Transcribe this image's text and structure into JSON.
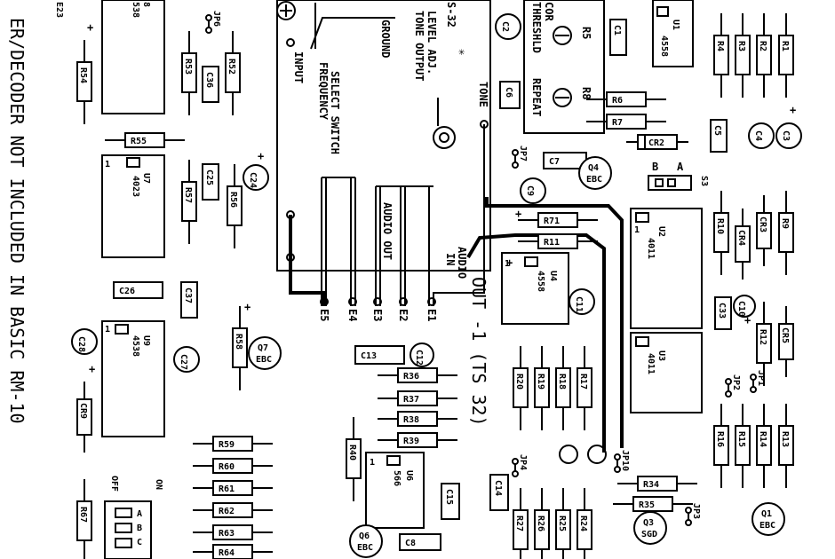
{
  "notice": {
    "left_text": "ER/DECODER NOT INCLUDED IN BASIC RM-10"
  },
  "module": {
    "labels": [
      "GROUND",
      "TONE OUTPUT",
      "LEVEL ADJ.",
      "TONE",
      "FREQUENCY",
      "SELECT SWITCH",
      "INPUT",
      "AUDIO OUT",
      "AUDIO",
      "IN"
    ],
    "part_ref": "S-32",
    "star": "✳",
    "edge_pins": [
      "E5",
      "E4",
      "E3",
      "E2",
      "E1"
    ],
    "out_note": "OUT -1 (TS 32)"
  },
  "ics": [
    {
      "ref": "U1",
      "part": "4558"
    },
    {
      "ref": "U2",
      "part": "4011"
    },
    {
      "ref": "U3",
      "part": "4011"
    },
    {
      "ref": "U4",
      "part": "4558"
    },
    {
      "ref": "U6",
      "part": "566"
    },
    {
      "ref": "U7",
      "part": "4023"
    },
    {
      "ref": "U9",
      "part": "4538"
    },
    {
      "ref": "8",
      "part": "538"
    }
  ],
  "ic_pin1": "1",
  "pots": [
    {
      "ref": "R5",
      "label": "THRESHLD",
      "sub": "COR"
    },
    {
      "ref": "R8",
      "label": "REPEAT"
    }
  ],
  "resistors": [
    "R1",
    "R2",
    "R3",
    "R4",
    "R6",
    "R7",
    "R9",
    "R10",
    "R11",
    "R12",
    "R13",
    "R14",
    "R15",
    "R16",
    "R17",
    "R18",
    "R19",
    "R20",
    "R24",
    "R25",
    "R26",
    "R27",
    "R34",
    "R35",
    "R36",
    "R37",
    "R38",
    "R39",
    "R40",
    "R52",
    "R53",
    "R54",
    "R55",
    "R56",
    "R57",
    "R58",
    "R59",
    "R60",
    "R61",
    "R62",
    "R63",
    "R64",
    "R67",
    "R71"
  ],
  "capacitors": [
    "C1",
    "C2",
    "C3",
    "C4",
    "C5",
    "C6",
    "C7",
    "C8",
    "C9",
    "C10",
    "C11",
    "C12",
    "C13",
    "C14",
    "C15",
    "C24",
    "C25",
    "C26",
    "C27",
    "C28",
    "C33",
    "C36",
    "C37"
  ],
  "diodes": [
    "CR2",
    "CR3",
    "CR4",
    "CR5",
    "CR9"
  ],
  "transistors": [
    {
      "ref": "Q1",
      "pins": "EBC"
    },
    {
      "ref": "Q3",
      "pins": "SGD"
    },
    {
      "ref": "Q4",
      "pins": "EBC"
    },
    {
      "ref": "Q6",
      "pins": "EBC"
    },
    {
      "ref": "Q7",
      "pins": "EBC"
    }
  ],
  "jumpers": [
    "JP1",
    "JP2",
    "JP3",
    "JP4",
    "JP6",
    "JP7",
    "JP10"
  ],
  "switch": {
    "ref": "S3",
    "a": "A",
    "b": "B"
  },
  "dip": {
    "on": "ON",
    "off": "OFF",
    "letters": [
      "A",
      "B",
      "C"
    ]
  },
  "marks": {
    "plus": "+",
    "minus": "−",
    "other": [
      "E23",
      "C1"
    ]
  }
}
